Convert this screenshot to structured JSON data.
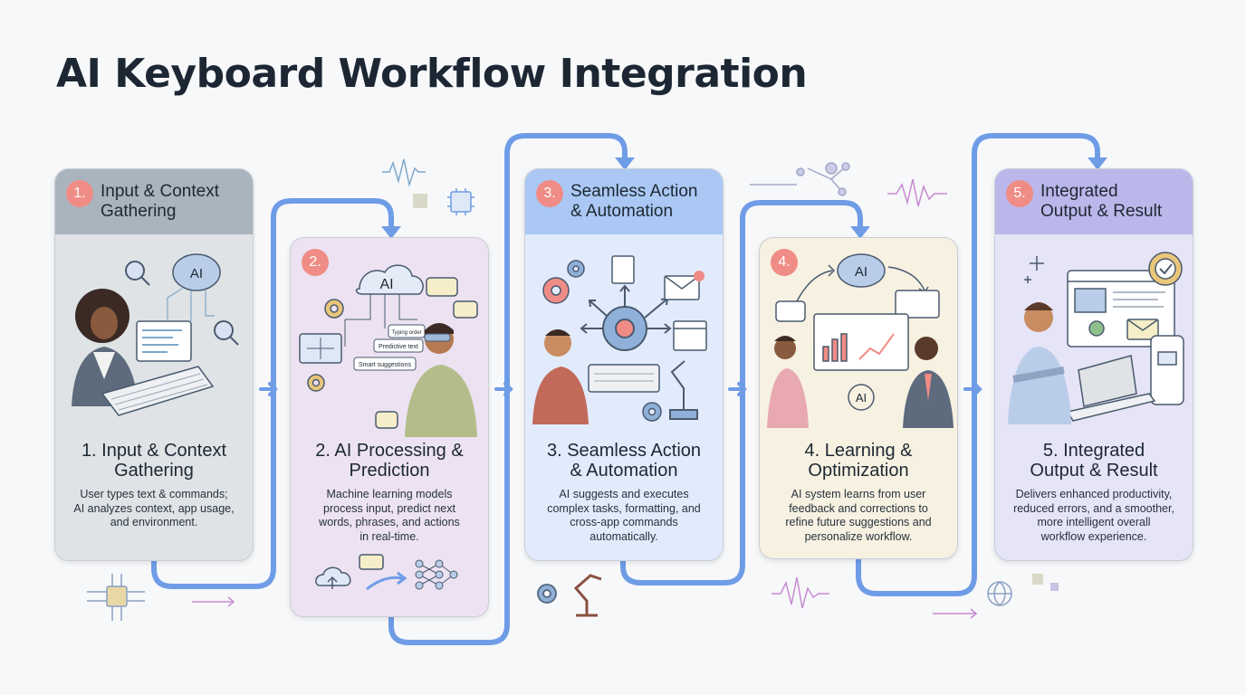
{
  "title": "AI Keyboard Workflow Integration",
  "colors": {
    "connector": "#6f9ce6",
    "badge": "#f08c86",
    "card1": "#dfe3e6",
    "card1_head": "#aab4bf",
    "card2": "#ece2f2",
    "card3": "#e1ebfb",
    "card3_head": "#aac8f3",
    "card4": "#f7f1e2",
    "card5": "#e6e4f7",
    "card5_head": "#bcb7ea"
  },
  "steps": [
    {
      "num": "1.",
      "header": "Input & Context\nGathering",
      "title": "1. Input & Context\nGathering",
      "desc": "User types text & commands;\nAI analyzes context, app usage,\nand environment."
    },
    {
      "num": "2.",
      "header": "",
      "title": "2. AI Processing &\nPrediction",
      "desc": "Machine learning models\nprocess input, predict next\nwords, phrases, and actions\nin real-time."
    },
    {
      "num": "3.",
      "header": "Seamless Action\n& Automation",
      "title": "3. Seamless Action\n& Automation",
      "desc": "AI suggests and executes\ncomplex tasks, formatting, and\ncross-app commands\nautomatically."
    },
    {
      "num": "4.",
      "header": "",
      "title": "4. Learning &\nOptimization",
      "desc": "AI system learns from user\nfeedback and corrections to\nrefine future suggestions and\npersonalize workflow."
    },
    {
      "num": "5.",
      "header": "Integrated\nOutput & Result",
      "title": "5. Integrated\nOutput & Result",
      "desc": "Delivers enhanced productivity,\nreduced errors, and a smoother,\nmore intelligent overall\nworkflow experience."
    }
  ],
  "illustration_text": {
    "ai_brain": "AI",
    "cloud_ai": "AI",
    "predictive_text": "Predictive text",
    "smart_suggestions": "Smart suggestions",
    "typing": "Typing order",
    "ai_cycle": "AI"
  }
}
